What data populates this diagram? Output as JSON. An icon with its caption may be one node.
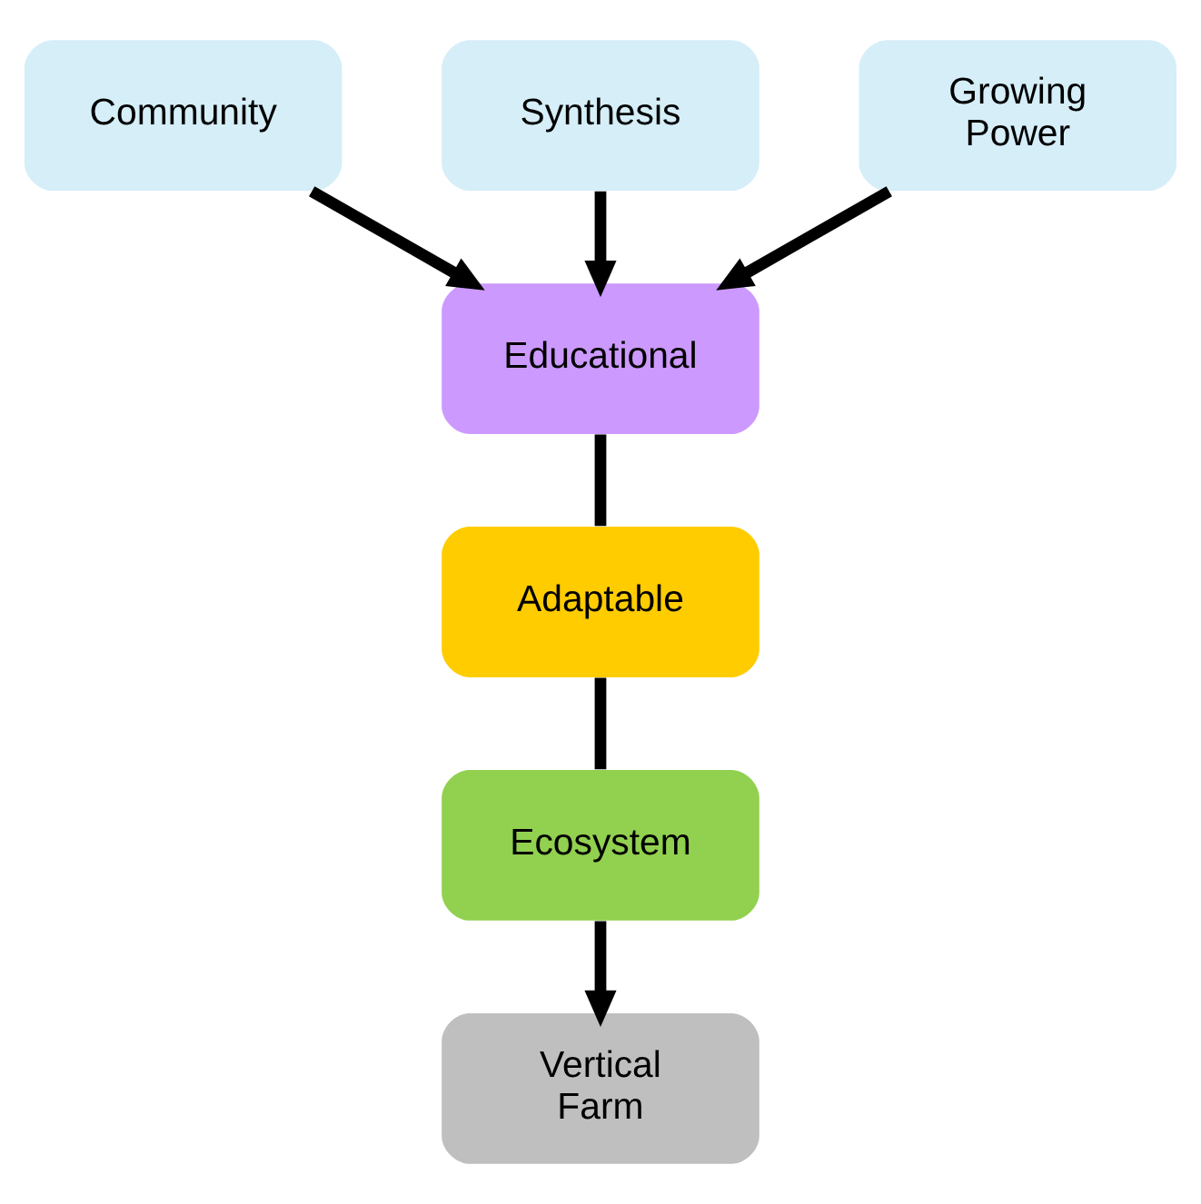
{
  "diagram": {
    "nodes": [
      {
        "text": [
          "Community"
        ]
      },
      {
        "text": [
          "Synthesis"
        ]
      },
      {
        "text": [
          "Growing Power"
        ]
      },
      {
        "text": [
          "Educational"
        ]
      },
      {
        "text": [
          "Adaptable"
        ]
      },
      {
        "text": [
          "Ecosystem"
        ]
      },
      {
        "text": [
          "Vertical Farm"
        ]
      }
    ],
    "edges": [
      {
        "from": 0,
        "to": 3,
        "arrow": "to"
      },
      {
        "from": 1,
        "to": 3,
        "arrow": "to"
      },
      {
        "from": 2,
        "to": 3,
        "arrow": "to"
      },
      {
        "from": 3,
        "to": 4,
        "arrow": "none"
      },
      {
        "from": 4,
        "to": 5,
        "arrow": "none"
      },
      {
        "from": 5,
        "to": 6,
        "arrow": "to"
      }
    ]
  }
}
